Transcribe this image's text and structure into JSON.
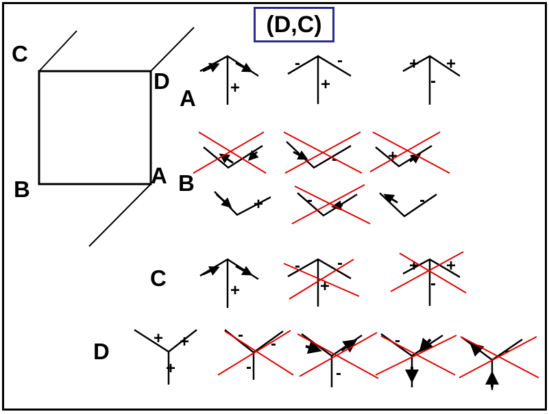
{
  "title": "(D,C)",
  "cube_labels": {
    "c": "C",
    "d": "D",
    "b": "B",
    "a": "A"
  },
  "row_labels": {
    "a": "A",
    "b": "B",
    "c": "C",
    "d": "D"
  },
  "colors": {
    "ink": "#000000",
    "cross": "#e00000",
    "title_border": "#2b2b8f"
  },
  "signs": {
    "plus": "+",
    "minus": "-"
  }
}
